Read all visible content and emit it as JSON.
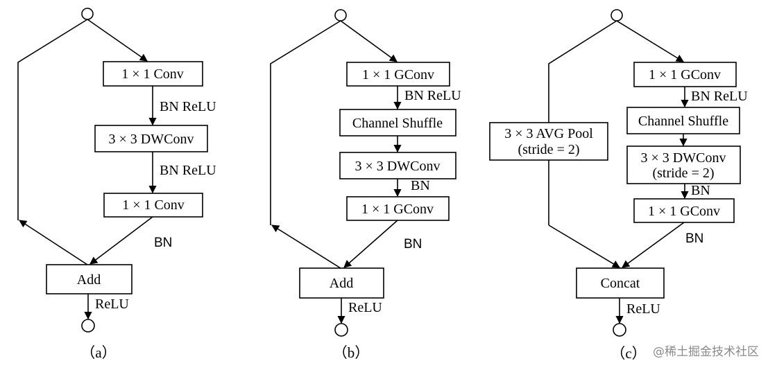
{
  "panel_a": {
    "conv1": "1 × 1 Conv",
    "dwconv": "3 × 3 DWConv",
    "conv2": "1 × 1 Conv",
    "merge": "Add",
    "label1": "BN ReLU",
    "label2": "BN ReLU",
    "label3": "BN",
    "label4": "ReLU",
    "caption": "（a）"
  },
  "panel_b": {
    "gconv1": "1 × 1 GConv",
    "shuffle": "Channel Shuffle",
    "dwconv": "3 × 3 DWConv",
    "gconv2": "1 × 1 GConv",
    "merge": "Add",
    "label1": "BN ReLU",
    "label2": "BN",
    "label3": "BN",
    "label4": "ReLU",
    "caption": "（b）"
  },
  "panel_c": {
    "pool_line1": "3 × 3 AVG Pool",
    "pool_line2": "(stride = 2)",
    "gconv1": "1 × 1 GConv",
    "shuffle": "Channel Shuffle",
    "dwconv_line1": "3 × 3 DWConv",
    "dwconv_line2": "(stride = 2)",
    "gconv2": "1 × 1 GConv",
    "merge": "Concat",
    "label1": "BN ReLU",
    "label2": "BN",
    "label3": "BN",
    "label4": "ReLU",
    "caption": "（c）"
  },
  "watermark": "@稀土掘金技术社区"
}
